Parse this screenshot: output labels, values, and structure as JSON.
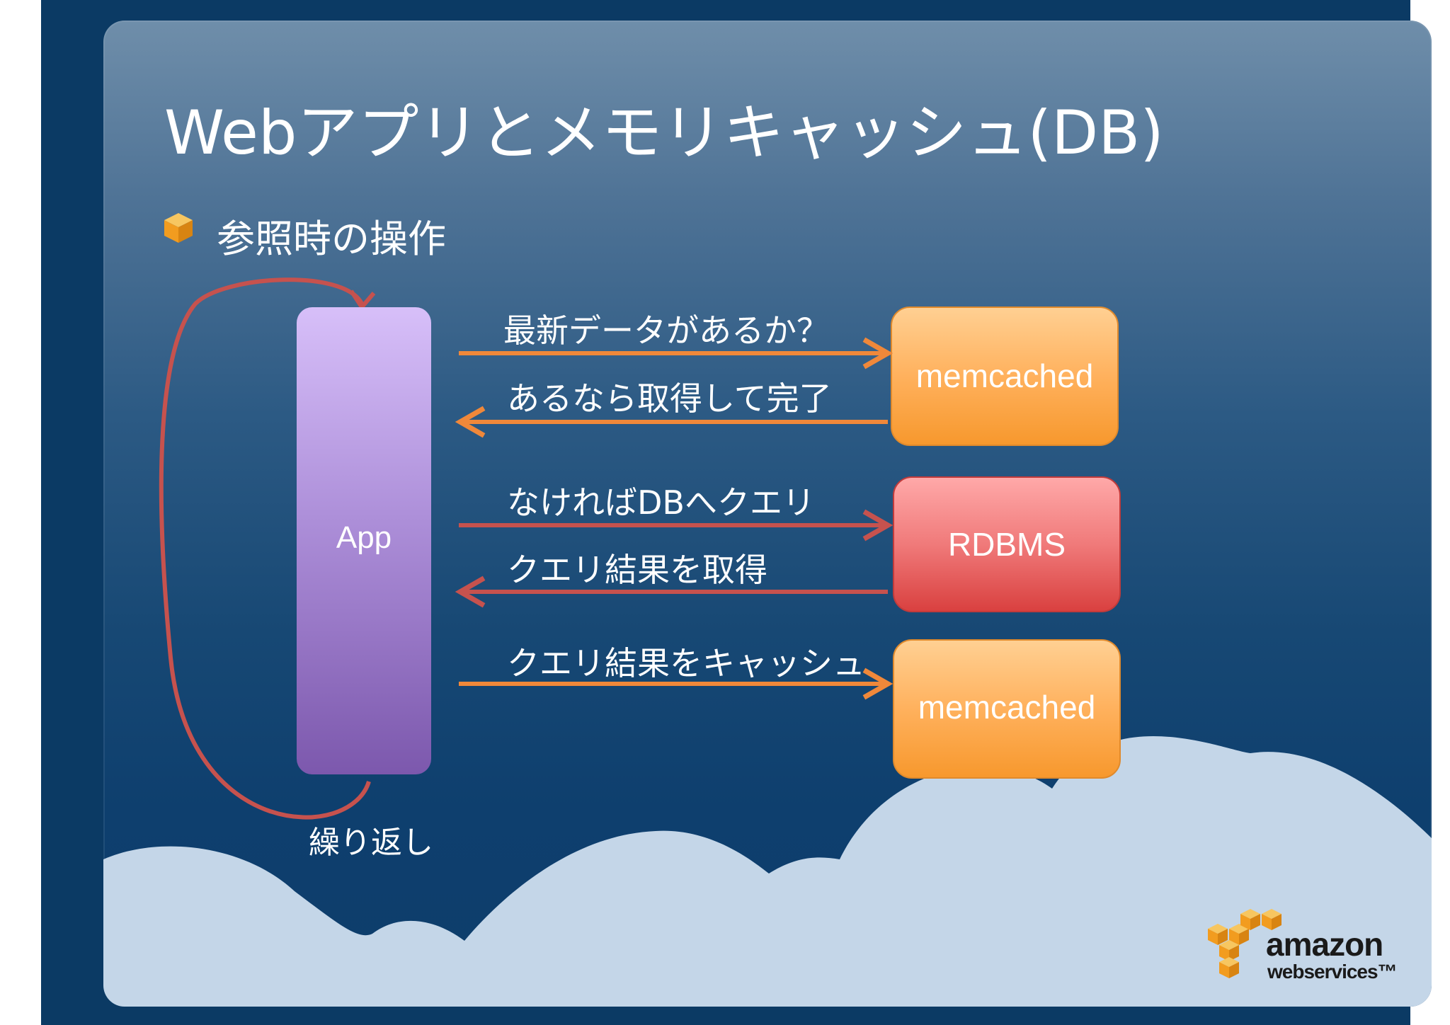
{
  "slide": {
    "title": "Webアプリとメモリキャッシュ(DB)",
    "bullet": "参照時の操作"
  },
  "diagram": {
    "app_label": "App",
    "cache_top_label": "memcached",
    "rdbms_label": "RDBMS",
    "cache_bottom_label": "memcached",
    "loop_label": "繰り返し",
    "steps": [
      "最新データがあるか？",
      "あるなら取得して完了",
      "なければDBへクエリ",
      "クエリ結果を取得",
      "クエリ結果をキャッシュ"
    ],
    "colors": {
      "orange_arrow": "#f0883a",
      "red_arrow": "#c6524e",
      "app_top": "#d3b9f6",
      "app_bottom": "#7f5bb2",
      "cache_top": "#ffc987",
      "cache_bottom": "#f59b2f",
      "rdbms_top": "#f6a3a3",
      "rdbms_bottom": "#e24f4f"
    }
  },
  "logo": {
    "word1": "amazon",
    "word2": "webservices™"
  }
}
